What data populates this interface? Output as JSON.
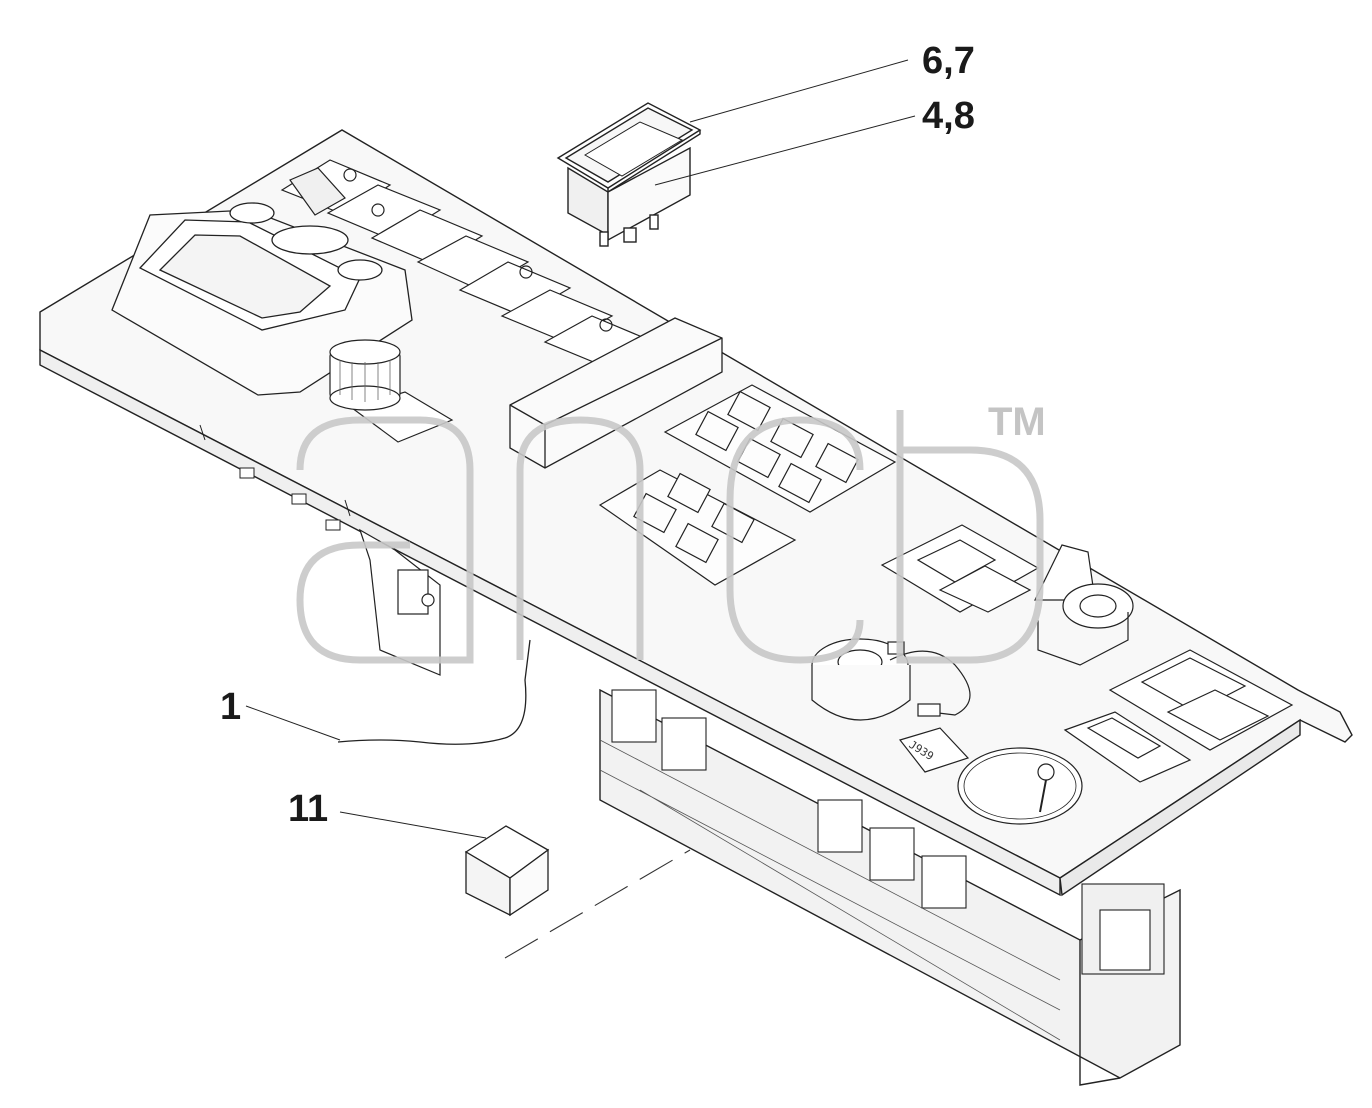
{
  "callouts": [
    {
      "id": "c67",
      "label": "6,7"
    },
    {
      "id": "c48",
      "label": "4,8"
    },
    {
      "id": "c1",
      "label": "1"
    },
    {
      "id": "c11",
      "label": "11"
    }
  ],
  "watermark": {
    "trademark": "TM"
  },
  "panel_stamp": "J939",
  "colors": {
    "line": "#222222",
    "panel_fill": "#f7f7f7",
    "shadow": "#e6e6e6",
    "watermark": "#c8c8c8"
  },
  "icons": [
    "rocker-switch-icon",
    "knob-icon",
    "ignition-lock-icon",
    "rotary-selector-icon",
    "connector-icon"
  ]
}
